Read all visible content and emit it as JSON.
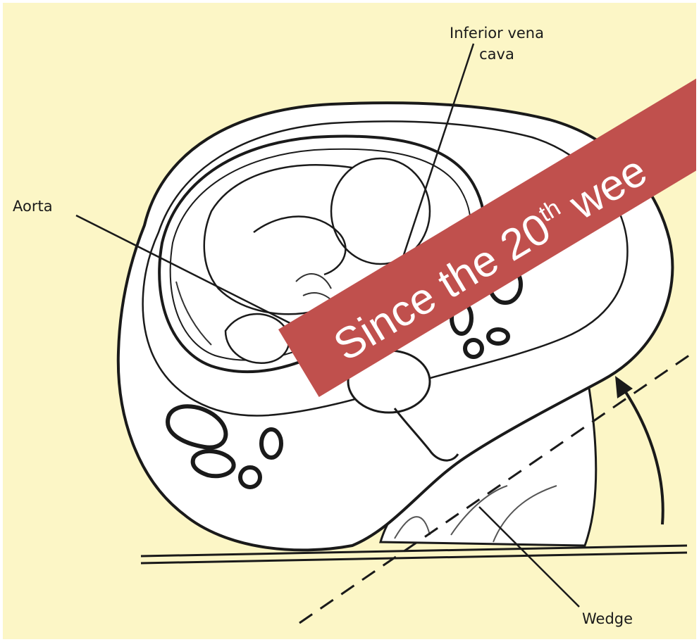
{
  "labels": {
    "inferior_vena_cava_line1": "Inferior vena",
    "inferior_vena_cava_line2": "cava",
    "aorta": "Aorta",
    "wedge": "Wedge"
  },
  "banner": {
    "text_before": "Since the 20",
    "superscript": "th",
    "text_after": " wee",
    "color": "#c0504d"
  },
  "colors": {
    "background": "#fcf6c6",
    "line": "#1a1a1a"
  }
}
